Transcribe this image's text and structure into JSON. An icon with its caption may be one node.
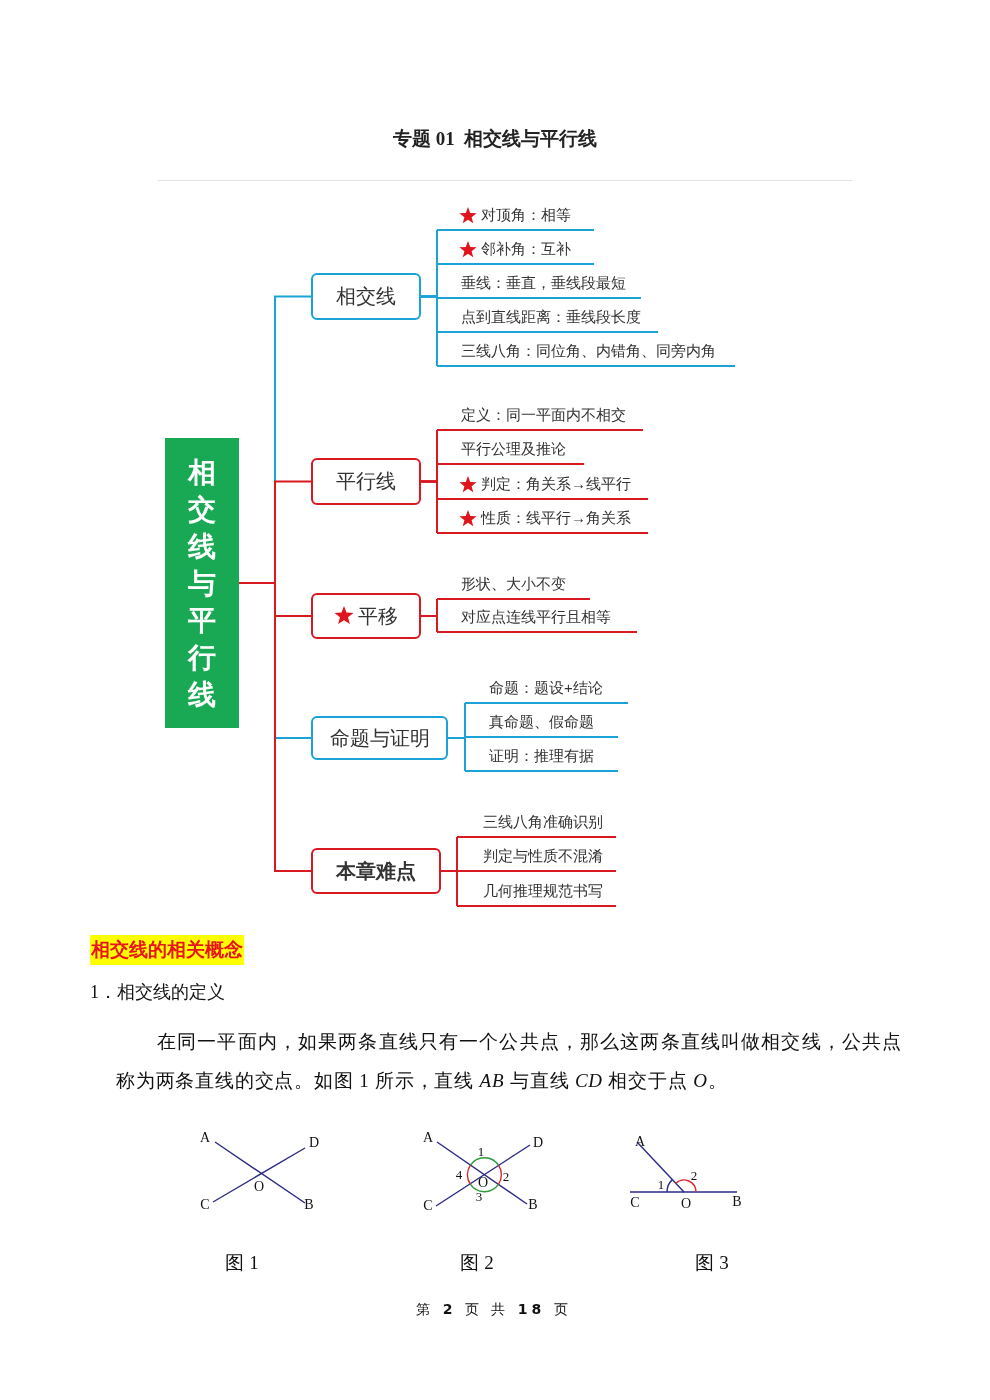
{
  "diagram": {
    "title": "专题 01  相交线与平行线",
    "nodes": [
      {
        "text": [
          "相交线与平行线"
        ]
      },
      {
        "text": [
          "相交线"
        ]
      },
      {
        "text": [
          "对顶角：相等"
        ]
      },
      {
        "text": [
          "邻补角：互补"
        ]
      },
      {
        "text": [
          "垂线：垂直，垂线段最短"
        ]
      },
      {
        "text": [
          "点到直线距离：垂线段长度"
        ]
      },
      {
        "text": [
          "三线八角：同位角、内错角、同旁内角"
        ]
      },
      {
        "text": [
          "平行线"
        ]
      },
      {
        "text": [
          "定义：同一平面内不相交"
        ]
      },
      {
        "text": [
          "平行公理及推论"
        ]
      },
      {
        "text": [
          "判定：角关系→线平行"
        ]
      },
      {
        "text": [
          "性质：线平行→角关系"
        ]
      },
      {
        "text": [
          "平移"
        ]
      },
      {
        "text": [
          "形状、大小不变"
        ]
      },
      {
        "text": [
          "对应点连线平行且相等"
        ]
      },
      {
        "text": [
          "命题与证明"
        ]
      },
      {
        "text": [
          "命题：题设+结论"
        ]
      },
      {
        "text": [
          "真命题、假命题"
        ]
      },
      {
        "text": [
          "证明：推理有据"
        ]
      },
      {
        "text": [
          "本章难点"
        ]
      },
      {
        "text": [
          "三线八角准确识别"
        ]
      },
      {
        "text": [
          "判定与性质不混淆"
        ]
      },
      {
        "text": [
          "几何推理规范书写"
        ]
      }
    ],
    "edges": [
      {
        "from": 0,
        "to": 1,
        "arrow": "none",
        "color": "#1ba3d8"
      },
      {
        "from": 1,
        "to": 2,
        "arrow": "none",
        "color": "#1ba3d8"
      },
      {
        "from": 1,
        "to": 3,
        "arrow": "none",
        "color": "#1ba3d8"
      },
      {
        "from": 1,
        "to": 4,
        "arrow": "none",
        "color": "#1ba3d8"
      },
      {
        "from": 1,
        "to": 5,
        "arrow": "none",
        "color": "#1ba3d8"
      },
      {
        "from": 1,
        "to": 6,
        "arrow": "none",
        "color": "#1ba3d8"
      },
      {
        "from": 0,
        "to": 7,
        "arrow": "none"
      },
      {
        "from": 7,
        "to": 8,
        "arrow": "none"
      },
      {
        "from": 7,
        "to": 9,
        "arrow": "none"
      },
      {
        "from": 7,
        "to": 10,
        "arrow": "none"
      },
      {
        "from": 7,
        "to": 11,
        "arrow": "none"
      },
      {
        "from": 0,
        "to": 12,
        "arrow": "none"
      },
      {
        "from": 12,
        "to": 13,
        "arrow": "none"
      },
      {
        "from": 12,
        "to": 14,
        "arrow": "none"
      },
      {
        "from": 0,
        "to": 15,
        "arrow": "none",
        "color": "#1ba3d8"
      },
      {
        "from": 15,
        "to": 16,
        "arrow": "none",
        "color": "#1ba3d8"
      },
      {
        "from": 15,
        "to": 17,
        "arrow": "none",
        "color": "#1ba3d8"
      },
      {
        "from": 15,
        "to": 18,
        "arrow": "none",
        "color": "#1ba3d8"
      },
      {
        "from": 0,
        "to": 19,
        "arrow": "none"
      },
      {
        "from": 19,
        "to": 20,
        "arrow": "none"
      },
      {
        "from": 19,
        "to": 21,
        "arrow": "none"
      },
      {
        "from": 19,
        "to": 22,
        "arrow": "none"
      }
    ],
    "labels": [
      "相交线的相关概念",
      "1．相交线的定义",
      "在同一平面内，如果两条直线只有一个公共点，那么这两条直线叫做相交线，公共点称为两条直线的交点。如图 1 所示，直线 *AB* 与直线 *CD* 相交于点 *O*。",
      "A",
      "D",
      "O",
      "C",
      "B",
      "A",
      "D",
      "1",
      "4",
      "2",
      "O",
      "3",
      "C",
      "B",
      "A",
      "2",
      "1",
      "C",
      "O",
      "B",
      "图 1",
      "图 2",
      "图 3",
      "第 **2** 页 共 **18** 页"
    ]
  }
}
